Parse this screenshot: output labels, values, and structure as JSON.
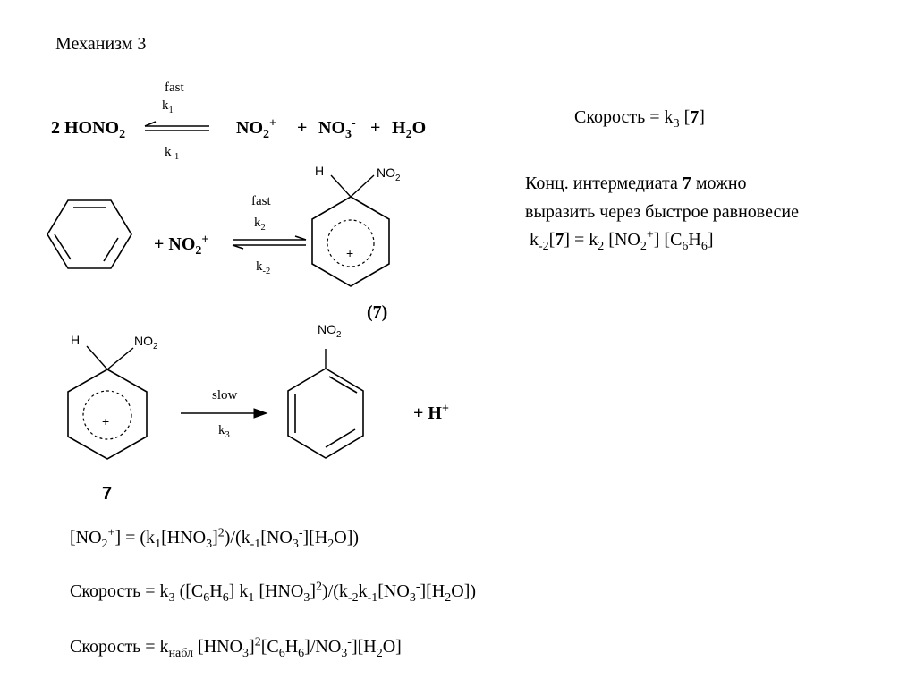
{
  "title": "Механизм 3",
  "step1": {
    "reactant_coef": "2",
    "reactant": "HONO",
    "reactant_sub": "2",
    "rate_above": "fast",
    "k_fwd": "k",
    "k_fwd_sub": "1",
    "k_rev": "k",
    "k_rev_sub": "-1",
    "p1": "NO",
    "p1_sub": "2",
    "p1_sup": "+",
    "plus": "+",
    "p2": "NO",
    "p2_sub": "3",
    "p2_sup": "-",
    "p3a": "H",
    "p3_sub": "2",
    "p3b": "O"
  },
  "step2": {
    "plus": "+",
    "reagent": "NO",
    "reagent_sub": "2",
    "reagent_sup": "+",
    "rate_above": "fast",
    "k_fwd": "k",
    "k_fwd_sub": "2",
    "k_rev": "k",
    "k_rev_sub": "-2",
    "inter_H": "H",
    "inter_NO": "NO",
    "inter_NO_sub": "2",
    "inter_charge": "+",
    "inter_label": "(7)"
  },
  "step3": {
    "inter_H": "H",
    "inter_NO": "NO",
    "inter_NO_sub": "2",
    "inter_charge": "+",
    "inter_label": "7",
    "rate_above": "slow",
    "k": "k",
    "k_sub": "3",
    "prod_NO": "NO",
    "prod_NO_sub": "2",
    "prod_plus": "+",
    "prod_H": "H",
    "prod_H_sup": "+"
  },
  "rate_law": {
    "lhs": "Скорость = k",
    "k_sub": "3",
    "open": " [",
    "species": "7",
    "close": "]"
  },
  "note": {
    "line1_a": "Конц. интермедиата ",
    "line1_bold": "7",
    "line1_b": " можно",
    "line2": "выразить через быстрое равновесие",
    "l3_k": "k",
    "l3_ksub": "-2",
    "l3_open": "[",
    "l3_bold": "7",
    "l3_mid": "] = k",
    "l3_k2sub": "2",
    "l3_no": " [NO",
    "l3_no_sub": "2",
    "l3_no_sup": "+",
    "l3_c": "] [C",
    "l3_c_sub": "6",
    "l3_h": "H",
    "l3_h_sub": "6",
    "l3_end": "]"
  },
  "eq1": {
    "a": "[NO",
    "a_sub": "2",
    "a_sup": "+",
    "b": "] = (k",
    "b_sub": "1",
    "c": "[HNO",
    "c_sub": "3",
    "d": "]",
    "d_sup": "2",
    "e": ")/(k",
    "e_sub": "-1",
    "f": "[NO",
    "f_sub": "3",
    "f_sup": "-",
    "g": "][H",
    "g_sub": "2",
    "h": "O])"
  },
  "eq2": {
    "a": "Скорость = k",
    "a_sub": "3",
    "b": " ([C",
    "b_sub": "6",
    "c": "H",
    "c_sub": "6",
    "d": "] k",
    "d_sub": "1",
    "e": " [HNO",
    "e_sub": "3",
    "f": "]",
    "f_sup": "2",
    "g": ")/(k",
    "g_sub": "-2",
    "h": "k",
    "h_sub": "-1",
    "i": "[NO",
    "i_sub": "3",
    "i_sup": "-",
    "j": "][H",
    "j_sub": "2",
    "k": "O])"
  },
  "eq3": {
    "a": "Скорость = k",
    "a_sub": "набл",
    "b": " [HNO",
    "b_sub": "3",
    "c": "]",
    "c_sup": "2",
    "d": "[C",
    "d_sub": "6",
    "e": "H",
    "e_sub": "6",
    "f": "]/NO",
    "f_sub": "3",
    "f_sup": "-",
    "g": "][H",
    "g_sub": "2",
    "h": "O]"
  }
}
